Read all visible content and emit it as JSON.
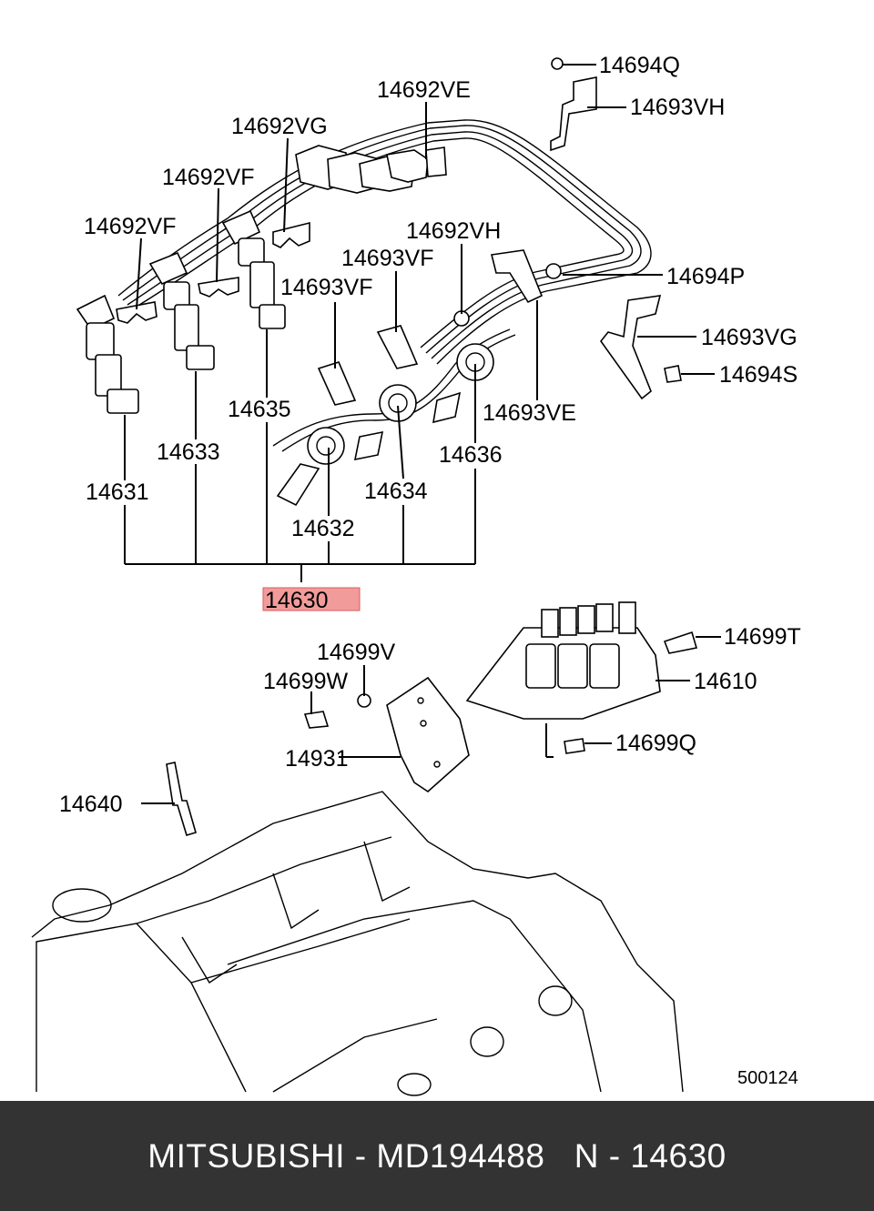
{
  "labels": {
    "p14694Q": "14694Q",
    "p14692VE": "14692VE",
    "p14693VH": "14693VH",
    "p14692VG": "14692VG",
    "p14692VF_a": "14692VF",
    "p14692VF_b": "14692VF",
    "p14692VH": "14692VH",
    "p14693VF_a": "14693VF",
    "p14693VF_b": "14693VF",
    "p14694P": "14694P",
    "p14693VG": "14693VG",
    "p14694S": "14694S",
    "p14635": "14635",
    "p14693VE": "14693VE",
    "p14633": "14633",
    "p14636": "14636",
    "p14631": "14631",
    "p14634": "14634",
    "p14632": "14632",
    "p14630": "14630",
    "p14699T": "14699T",
    "p14699V": "14699V",
    "p14610": "14610",
    "p14699W": "14699W",
    "p14699Q": "14699Q",
    "p14931": "14931",
    "p14640": "14640",
    "diagram_code": "500124"
  },
  "highlight_color": "#f08a8a",
  "footer": {
    "text": "MITSUBISHI - MD194488   N - 14630",
    "background": "#333333"
  }
}
